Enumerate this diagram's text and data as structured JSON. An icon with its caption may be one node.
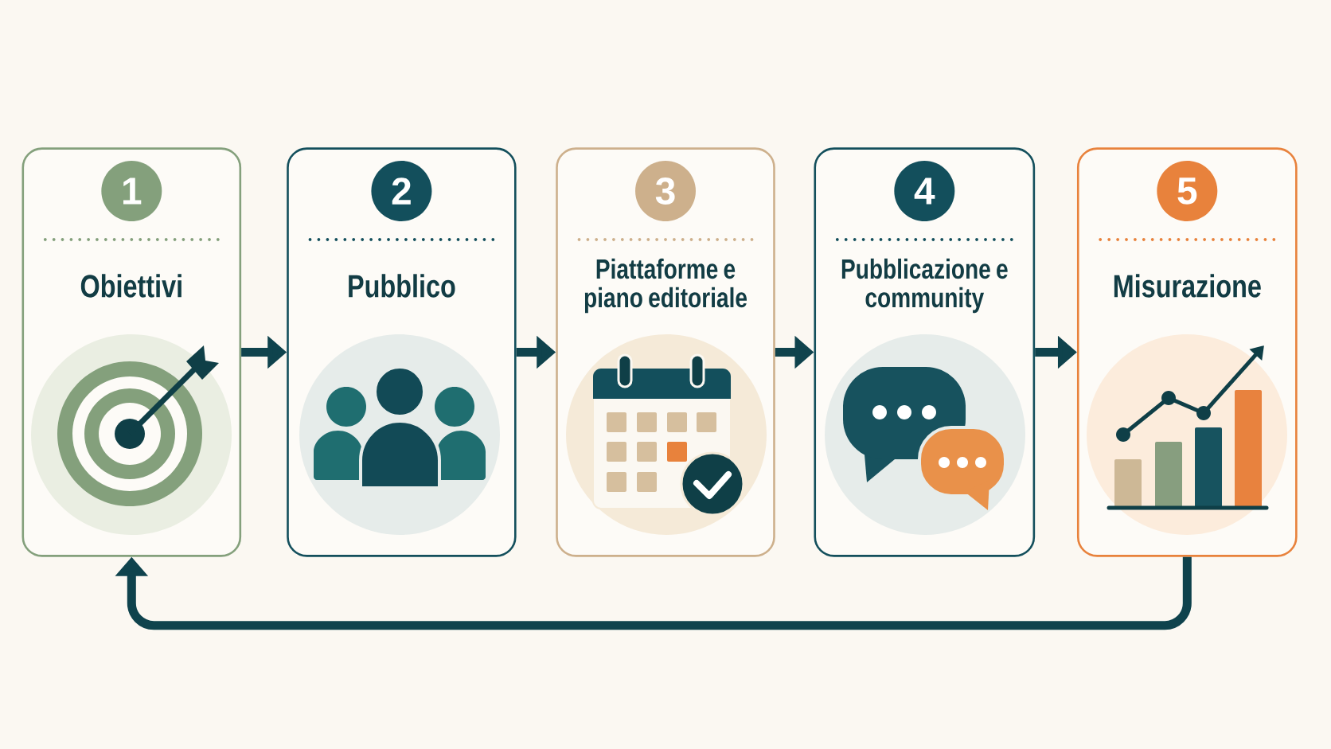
{
  "diagram": {
    "nodes": [
      {
        "text": [
          "Obiettivi"
        ]
      },
      {
        "text": [
          "1"
        ],
        "in": 0
      },
      {
        "text": [
          "Pubblico"
        ]
      },
      {
        "text": [
          "2"
        ],
        "in": 2
      },
      {
        "text": [
          "Piattaforme e piano editoriale"
        ]
      },
      {
        "text": [
          "3"
        ],
        "in": 4
      },
      {
        "text": [
          "Pubblicazione e community"
        ]
      },
      {
        "text": [
          "4"
        ],
        "in": 6
      },
      {
        "text": [
          "Misurazione"
        ]
      },
      {
        "text": [
          "5"
        ],
        "in": 8
      }
    ],
    "edges": [
      {
        "from": 0,
        "to": 2,
        "arrow": "to"
      },
      {
        "from": 2,
        "to": 4,
        "arrow": "to"
      },
      {
        "from": 4,
        "to": 6,
        "arrow": "to"
      },
      {
        "from": 6,
        "to": 8,
        "arrow": "to"
      },
      {
        "from": 8,
        "to": 0,
        "arrow": "to"
      }
    ]
  }
}
